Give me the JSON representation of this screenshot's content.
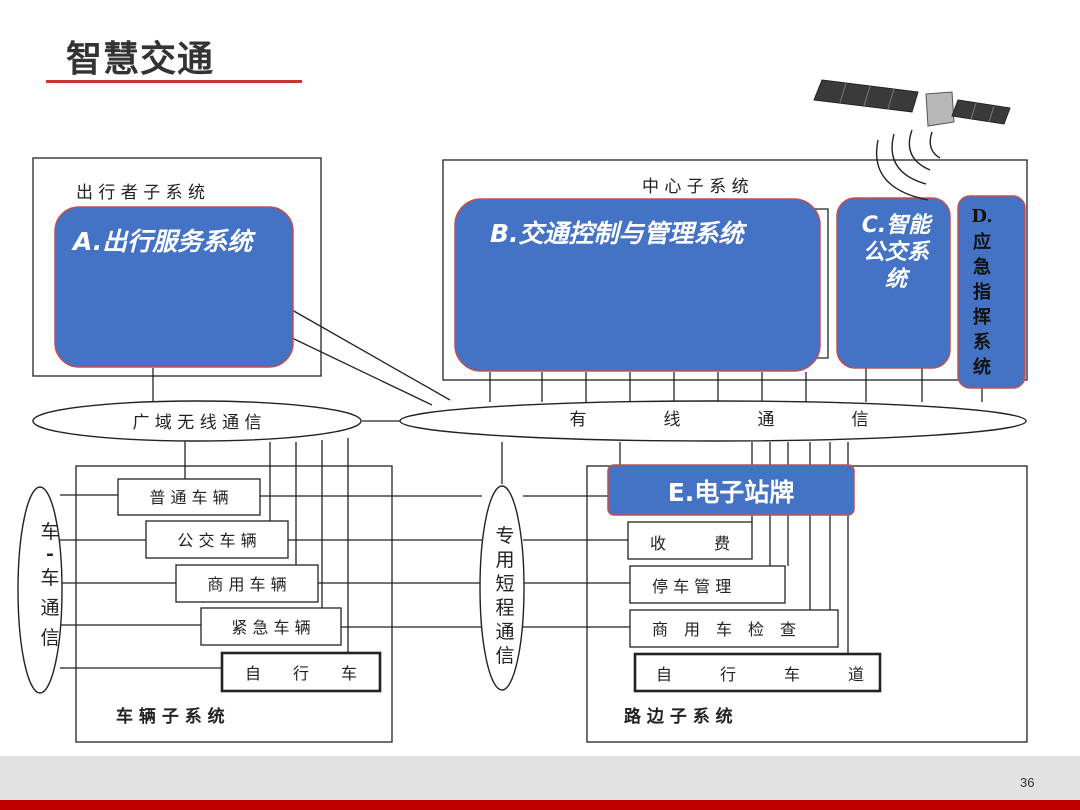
{
  "page": {
    "title": "智慧交通",
    "page_number": "36",
    "colors": {
      "accent_red": "#c0392b",
      "box_blue": "#4472c4",
      "box_border": "#c0504d"
    }
  },
  "traveler_subsystem": {
    "title": "出 行 者 子 系 统",
    "box_a": "A.出行服务系统"
  },
  "center_subsystem": {
    "title": "中 心 子 系 统",
    "box_b": "B.交通控制与管理系统",
    "box_c": [
      "C.智能",
      "公交系",
      "统"
    ],
    "box_d": [
      "D.",
      "应",
      "急",
      "指",
      "挥",
      "系",
      "统"
    ]
  },
  "wide_area": {
    "label": "广 域 无 线 通 信"
  },
  "wired": {
    "labels": [
      "有",
      "线",
      "通",
      "信"
    ]
  },
  "v2v": {
    "labels": [
      "车",
      "-",
      "车",
      "通",
      "信"
    ]
  },
  "dsrc": {
    "labels": [
      "专",
      "用",
      "短",
      "程",
      "通",
      "信"
    ]
  },
  "vehicle_subsystem": {
    "title": "车 辆 子 系 统",
    "items": [
      "普 通 车 辆",
      "公 交 车 辆",
      "商 用 车 辆",
      "紧 急 车 辆",
      "自　　行　　车"
    ]
  },
  "roadside_subsystem": {
    "title": "路 边 子 系 统",
    "box_e": "E.电子站牌",
    "items": [
      "收　　　费",
      "停 车 管 理",
      "商　用　车　检　查",
      "自　　　行　　　车　　　道"
    ]
  },
  "satellite": {
    "icon": "satellite-icon"
  }
}
